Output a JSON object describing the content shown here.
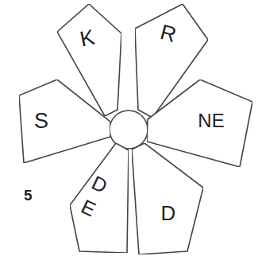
{
  "diagram": {
    "nodes": [
      {
        "text": [
          "K"
        ]
      },
      {
        "text": [
          "R"
        ]
      },
      {
        "text": [
          "S"
        ]
      },
      {
        "text": [
          "NE"
        ]
      },
      {
        "text": [
          "D E"
        ]
      },
      {
        "text": [
          "D"
        ]
      }
    ],
    "labels": [
      "5"
    ]
  }
}
